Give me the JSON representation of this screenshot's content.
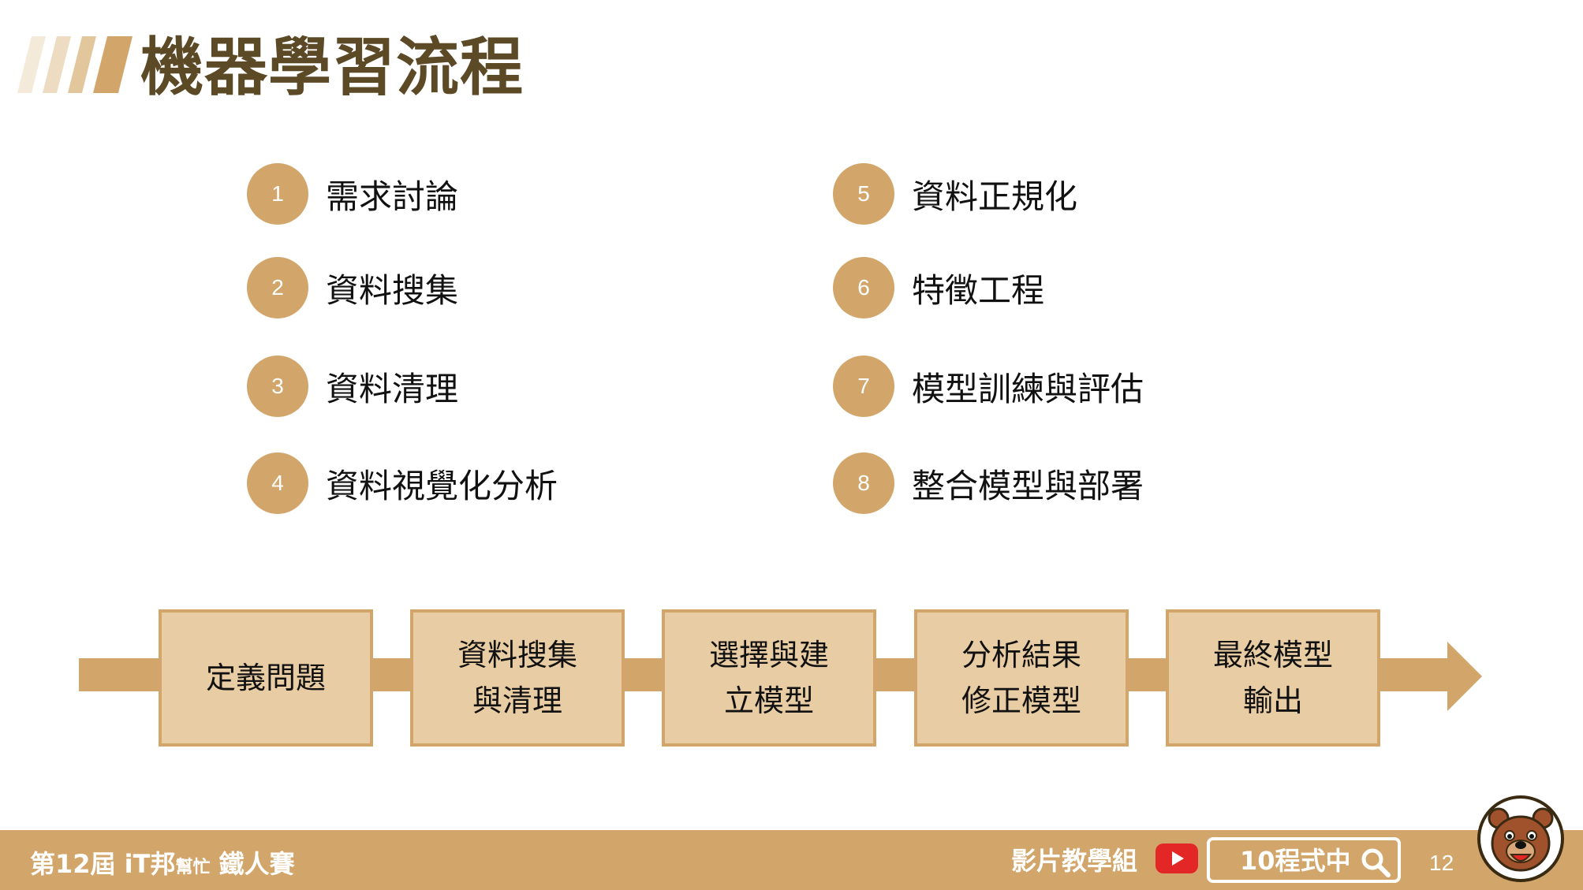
{
  "title": "機器學習流程",
  "steps": [
    {
      "num": "1",
      "label": "需求討論"
    },
    {
      "num": "2",
      "label": "資料搜集"
    },
    {
      "num": "3",
      "label": "資料清理"
    },
    {
      "num": "4",
      "label": "資料視覺化分析"
    },
    {
      "num": "5",
      "label": "資料正規化"
    },
    {
      "num": "6",
      "label": "特徵工程"
    },
    {
      "num": "7",
      "label": "模型訓練與評估"
    },
    {
      "num": "8",
      "label": "整合模型與部署"
    }
  ],
  "flow": [
    "定義問題",
    "資料搜集\n與清理",
    "選擇與建\n立模型",
    "分析結果\n修正模型",
    "最終模型\n輸出"
  ],
  "footer": {
    "event_prefix": "第12屆 iT邦",
    "event_small": "幫忙",
    "event_suffix": " 鐵人賽",
    "team": "影片教學組",
    "search_text": "10程式中",
    "page_number": "12"
  },
  "colors": {
    "accent": "#d2a66b",
    "box_fill": "#e8cca4",
    "title": "#5c4a26",
    "youtube_red": "#e32626"
  },
  "icons": [
    "youtube-icon",
    "search-icon",
    "mascot-bear-icon"
  ]
}
